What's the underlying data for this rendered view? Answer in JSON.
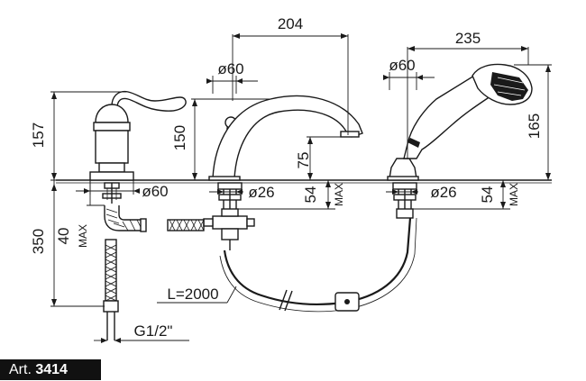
{
  "article": {
    "prefix": "Art.",
    "number": "3414"
  },
  "dimensions": {
    "spout_reach": "204",
    "shower_reach": "235",
    "spout_base_diameter": "ø60",
    "shower_base_diameter": "ø60",
    "mixer_base_diameter": "ø60",
    "mixer_height": "157",
    "spout_height": "150",
    "spout_outlet_height": "75",
    "shower_height": "165",
    "spout_shank_diameter": "ø26",
    "shower_shank_diameter": "ø26",
    "spout_shank_length": "54",
    "shower_shank_length": "54",
    "max_label": "MAX",
    "mixer_shank_length": "40",
    "supply_length": "350",
    "hose_length": "L=2000",
    "connection_thread": "G1/2\""
  }
}
